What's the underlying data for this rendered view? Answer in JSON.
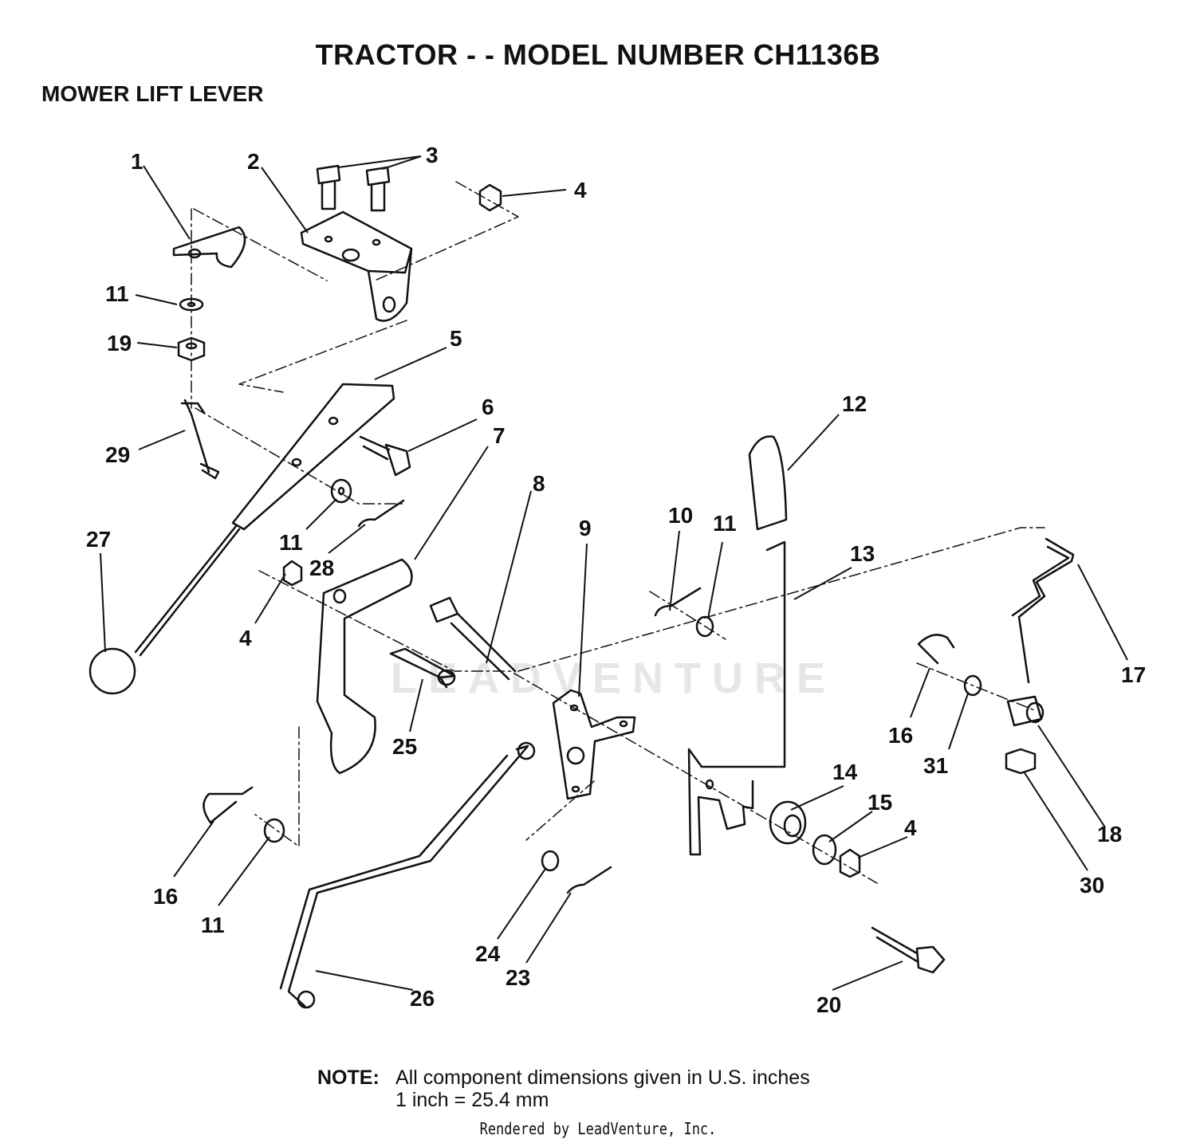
{
  "header": {
    "title": "TRACTOR  - - MODEL NUMBER CH1136B",
    "subtitle": "MOWER LIFT LEVER"
  },
  "callouts": [
    "1",
    "2",
    "3",
    "4",
    "11",
    "19",
    "5",
    "29",
    "6",
    "7",
    "12",
    "8",
    "27",
    "11",
    "28",
    "10",
    "11",
    "9",
    "13",
    "4",
    "17",
    "16",
    "25",
    "31",
    "14",
    "15",
    "4",
    "18",
    "16",
    "11",
    "30",
    "24",
    "23",
    "26",
    "20"
  ],
  "watermark": "LEADVENTURE",
  "note": {
    "label": "NOTE:",
    "line1": "All component dimensions given in U.S. inches",
    "line2": "1 inch = 25.4 mm"
  },
  "footer": "Rendered by LeadVenture, Inc."
}
